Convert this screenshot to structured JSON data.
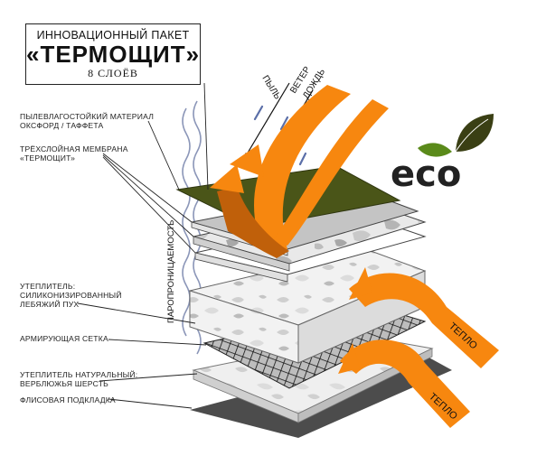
{
  "title": {
    "line1": "ИННОВАЦИОННЫЙ ПАКЕТ",
    "line2": "«ТЕРМОЩИТ»",
    "line3": "8 СЛОЁВ"
  },
  "labels": {
    "outer_fabric": [
      "ПЫЛЕВЛАГОСТОЙКИЙ МАТЕРИАЛ",
      "ОКСФОРД / ТАФФЕТА"
    ],
    "membrane": [
      "ТРЁХСЛОЙНАЯ МЕМБРАНА",
      "«ТЕРМОЩИТ»"
    ],
    "down_insulation": [
      "УТЕПЛИТЕЛЬ:",
      "СИЛИКОНИЗИРОВАННЫЙ",
      "ЛЕБЯЖИЙ ПУХ"
    ],
    "mesh": [
      "АРМИРУЮЩАЯ  СЕТКА"
    ],
    "wool_insulation": [
      "УТЕПЛИТЕЛЬ НАТУРАЛЬНЫЙ:",
      "ВЕРБЛЮЖЬЯ ШЕРСТЬ"
    ],
    "fleece": [
      "ФЛИСОВАЯ ПОДКЛАДКА"
    ]
  },
  "arrows": {
    "dust": "ПЫЛЬ",
    "wind": "ВЕТЕР",
    "rain": "ДОЖДЬ",
    "heat1": "ТЕПЛО",
    "heat2": "ТЕПЛО"
  },
  "vertical_label": "ПАРОПРОНИЦАЕМОСТЬ",
  "eco": {
    "text": "eco",
    "leaf_dark": "#3a3f14",
    "leaf_green": "#5a8a1a"
  },
  "colors": {
    "orange": "#f7870f",
    "orange_dark": "#c0600a",
    "outer_layer": "#4a5518",
    "membrane_gray": "#c8c8c8",
    "fleece_dark": "#555555"
  }
}
